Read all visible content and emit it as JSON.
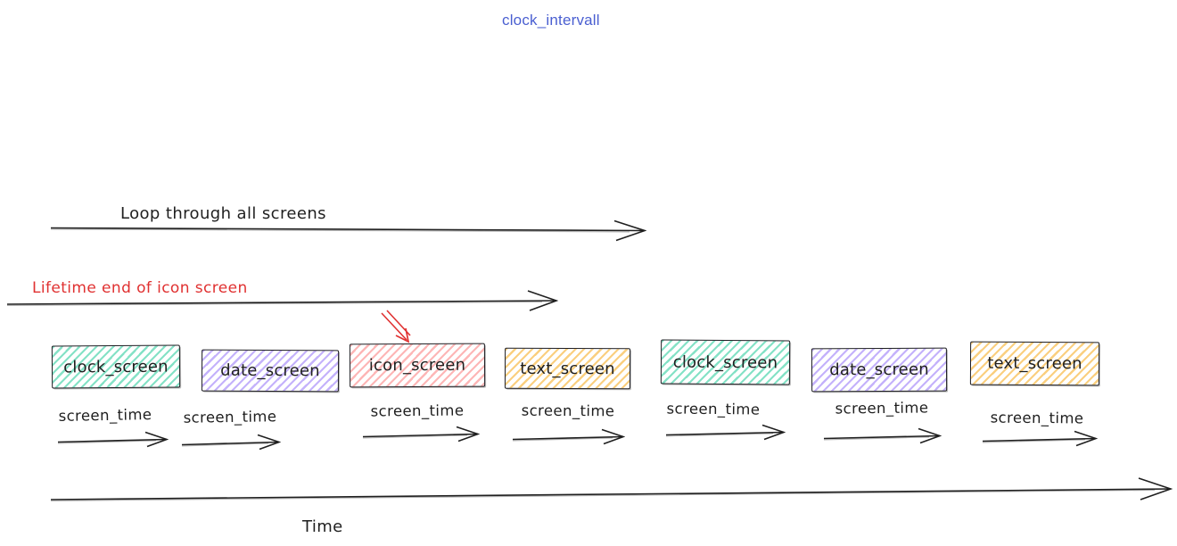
{
  "title": {
    "text": "clock_intervall",
    "color": "#4a5fd1"
  },
  "loop_arrow": {
    "label": "Loop through all screens"
  },
  "lifetime_arrow": {
    "label": "Lifetime end of icon screen",
    "color": "#e03131"
  },
  "time_axis": {
    "label": "Time"
  },
  "screen_time_label": "screen_time",
  "screens": [
    {
      "label": "clock_screen",
      "color_name": "green",
      "fill": "#20c997"
    },
    {
      "label": "date_screen",
      "color_name": "purple",
      "fill": "#845ef7"
    },
    {
      "label": "icon_screen",
      "color_name": "red",
      "fill": "#fa5252",
      "annotated_by": "red pointer arrow"
    },
    {
      "label": "text_screen",
      "color_name": "yellow",
      "fill": "#f59f00"
    },
    {
      "label": "clock_screen",
      "color_name": "green",
      "fill": "#20c997"
    },
    {
      "label": "date_screen",
      "color_name": "purple",
      "fill": "#845ef7"
    },
    {
      "label": "text_screen",
      "color_name": "yellow",
      "fill": "#f59f00"
    }
  ],
  "palette": {
    "ink": "#1f1f1f",
    "annotation_red": "#e03131",
    "title_blue": "#4a5fd1"
  }
}
